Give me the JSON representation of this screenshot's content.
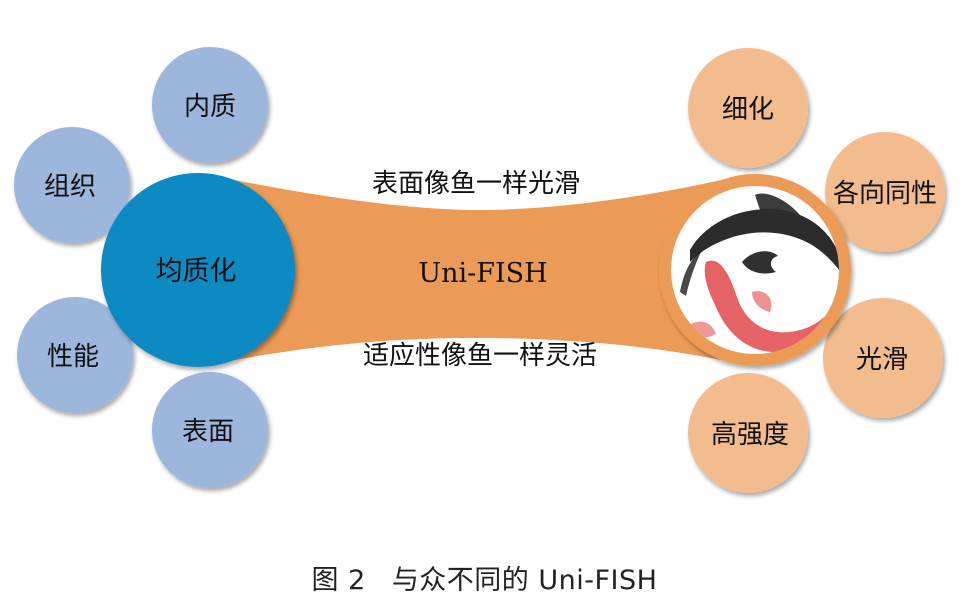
{
  "colors": {
    "blue_satellite": "#9db6dc",
    "blue_center": "#0a8ac2",
    "orange_band": "#eb9b57",
    "orange_satellite": "#f2bc8f",
    "fish_black": "#1a1a1a",
    "fish_red": "#e0474c"
  },
  "left": {
    "center_label": "均质化",
    "satellites": [
      "内质",
      "组织",
      "性能",
      "表面"
    ]
  },
  "band": {
    "top_text": "表面像鱼一样光滑",
    "middle_text": "Uni-FISH",
    "bottom_text": "适应性像鱼一样灵活"
  },
  "right": {
    "center_icon": "koi-fish-ink-painting",
    "satellites": [
      "细化",
      "各向同性",
      "光滑",
      "高强度"
    ]
  },
  "caption": {
    "figure_number": "图 2",
    "title": "与众不同的 Uni-FISH"
  }
}
